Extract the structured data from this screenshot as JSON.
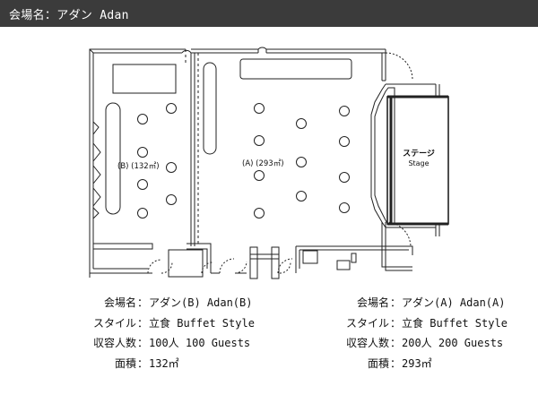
{
  "header": {
    "title": "会場名：アダン Adan"
  },
  "floorplan": {
    "room_b_label": "(B) (132㎡)",
    "room_a_label": "(A) (293㎡)",
    "stage_label_jp": "ステージ",
    "stage_label_en": "Stage"
  },
  "rooms": [
    {
      "id": "b",
      "rows": [
        {
          "label": "会場名",
          "sep": "：",
          "value": "アダン(B) Adan(B)"
        },
        {
          "label": "スタイル",
          "sep": "：",
          "value": "立食 Buffet Style"
        },
        {
          "label": "収容人数",
          "sep": "：",
          "value": "100人 100 Guests"
        },
        {
          "label": "面積",
          "sep": "：",
          "value": "132㎡"
        }
      ]
    },
    {
      "id": "a",
      "rows": [
        {
          "label": "会場名",
          "sep": "：",
          "value": "アダン(A) Adan(A)"
        },
        {
          "label": "スタイル",
          "sep": "：",
          "value": "立食 Buffet Style"
        },
        {
          "label": "収容人数",
          "sep": "：",
          "value": "200人 200 Guests"
        },
        {
          "label": "面積",
          "sep": "：",
          "value": "293㎡"
        }
      ]
    }
  ]
}
